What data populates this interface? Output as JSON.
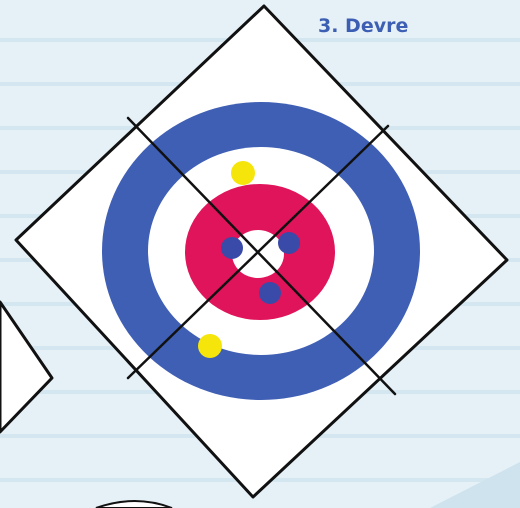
{
  "round": {
    "label": "3. Devre"
  },
  "colors": {
    "background": "#e6f1f7",
    "paper_stripe": "#cfe3ee",
    "ice_sheet": "#ffffff",
    "outline": "#111111",
    "ring_12ft": "#3f5fb5",
    "ring_4ft": "#e0145a",
    "center_dot": "#ffffff",
    "stone_team_blue": "#3a4aa8",
    "stone_team_yellow": "#f5e50a",
    "label_text": "#3d5fb3"
  },
  "house": {
    "rings": [
      "12-foot",
      "8-foot",
      "4-foot",
      "button"
    ]
  },
  "stones": [
    {
      "team": "blue",
      "ring": "4-foot",
      "count_label": ""
    },
    {
      "team": "blue",
      "ring": "4-foot",
      "count_label": ""
    },
    {
      "team": "blue",
      "ring": "4-foot",
      "count_label": ""
    },
    {
      "team": "yellow",
      "ring": "8-foot",
      "count_label": ""
    },
    {
      "team": "yellow",
      "ring": "12-foot",
      "count_label": ""
    }
  ]
}
